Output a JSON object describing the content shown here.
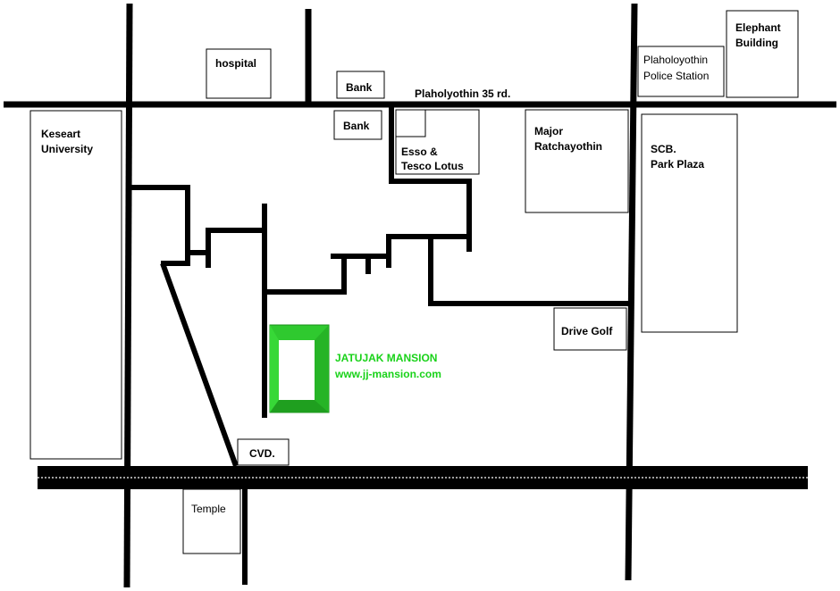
{
  "colors": {
    "road": "#000000",
    "mansion_fill": "#2ecc2e",
    "mansion_dark": "#1a8f1a",
    "mansion_text": "#19d219"
  },
  "labels": {
    "hospital": "hospital",
    "bank_top": "Bank",
    "bank_bottom": "Bank",
    "road_name": "Plaholyothin 35 rd.",
    "police_line1": "Plaholoyothin",
    "police_line2": "Police Station",
    "elephant_line1": "Elephant",
    "elephant_line2": "Building",
    "keseart_line1": "Keseart",
    "keseart_line2": "University",
    "esso_line1": "Esso &",
    "esso_line2": "Tesco Lotus",
    "major_line1": "Major",
    "major_line2": "Ratchayothin",
    "scb_line1": "SCB.",
    "scb_line2": "Park Plaza",
    "drive_golf": "Drive Golf",
    "mansion_name": "JATUJAK MANSION",
    "mansion_url": "www.jj-mansion.com",
    "cvd": "CVD.",
    "temple": "Temple"
  }
}
